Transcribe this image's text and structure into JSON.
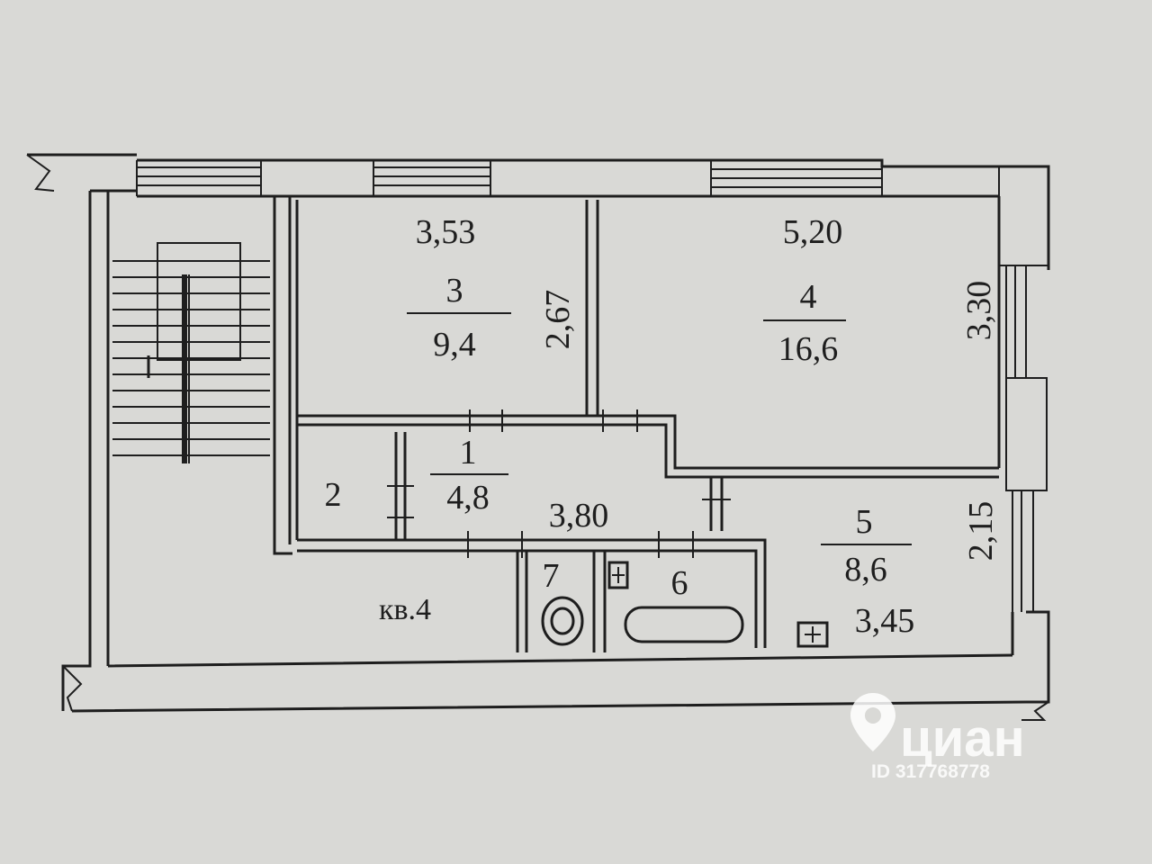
{
  "apartment_label": "кв.4",
  "rooms": [
    {
      "id": "3",
      "area": "9,4",
      "dims": [
        "3,53",
        "2,67"
      ]
    },
    {
      "id": "4",
      "area": "16,6",
      "dims": [
        "5,20",
        "3,30"
      ]
    },
    {
      "id": "1",
      "area": "4,8",
      "dims": [
        "3,80"
      ]
    },
    {
      "id": "2"
    },
    {
      "id": "5",
      "area": "8,6",
      "dims": [
        "2,15",
        "3,45"
      ]
    },
    {
      "id": "6"
    },
    {
      "id": "7"
    }
  ],
  "watermark": {
    "brand": "циан",
    "id_text": "ID 317768778"
  },
  "colors": {
    "paper": "#d9d9d6",
    "ink": "#1e1e1e",
    "watermark": "#ffffff"
  }
}
